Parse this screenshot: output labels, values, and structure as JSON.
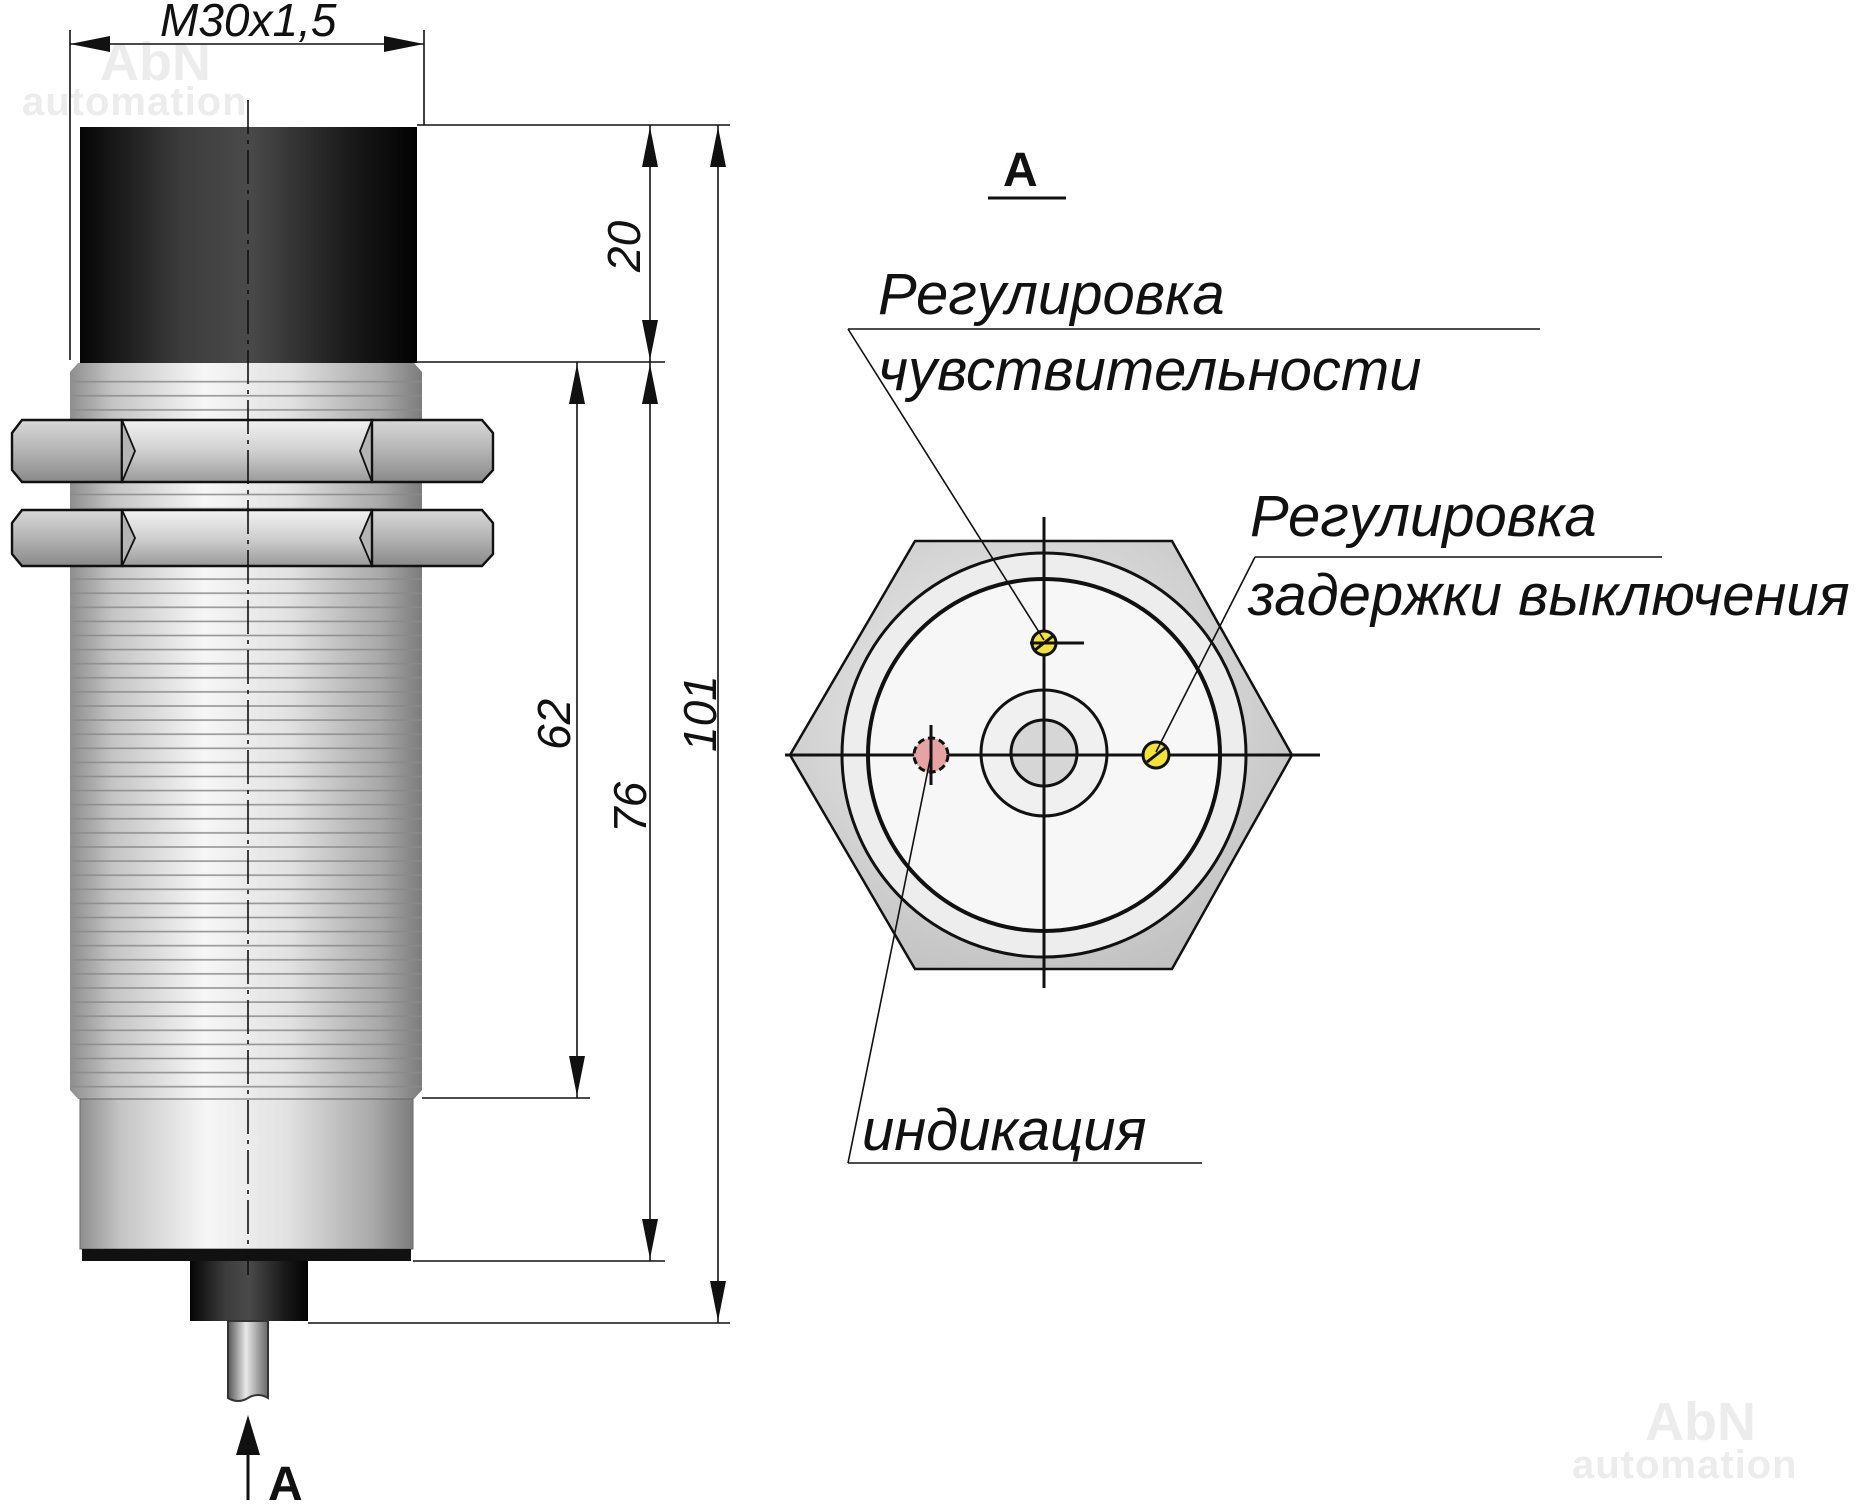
{
  "watermark": {
    "brand": "AbN",
    "sub": "automation"
  },
  "dimensions": {
    "thread": "M30x1,5",
    "cap_height": "20",
    "thread_length": "62",
    "body_length": "76",
    "total_length": "101"
  },
  "view": {
    "mark": "A",
    "arrow_label": "A"
  },
  "callouts": {
    "sensitivity_line1": "Регулировка",
    "sensitivity_line2": "чувствительности",
    "delay_line1": "Регулировка",
    "delay_line2": "задержки выключения",
    "indication": "индикация"
  },
  "colors": {
    "cap": "#111111",
    "adjust_screw": "#f2e23a",
    "indicator_led": "#e6a3a3",
    "metal": "#d9d9d9"
  }
}
